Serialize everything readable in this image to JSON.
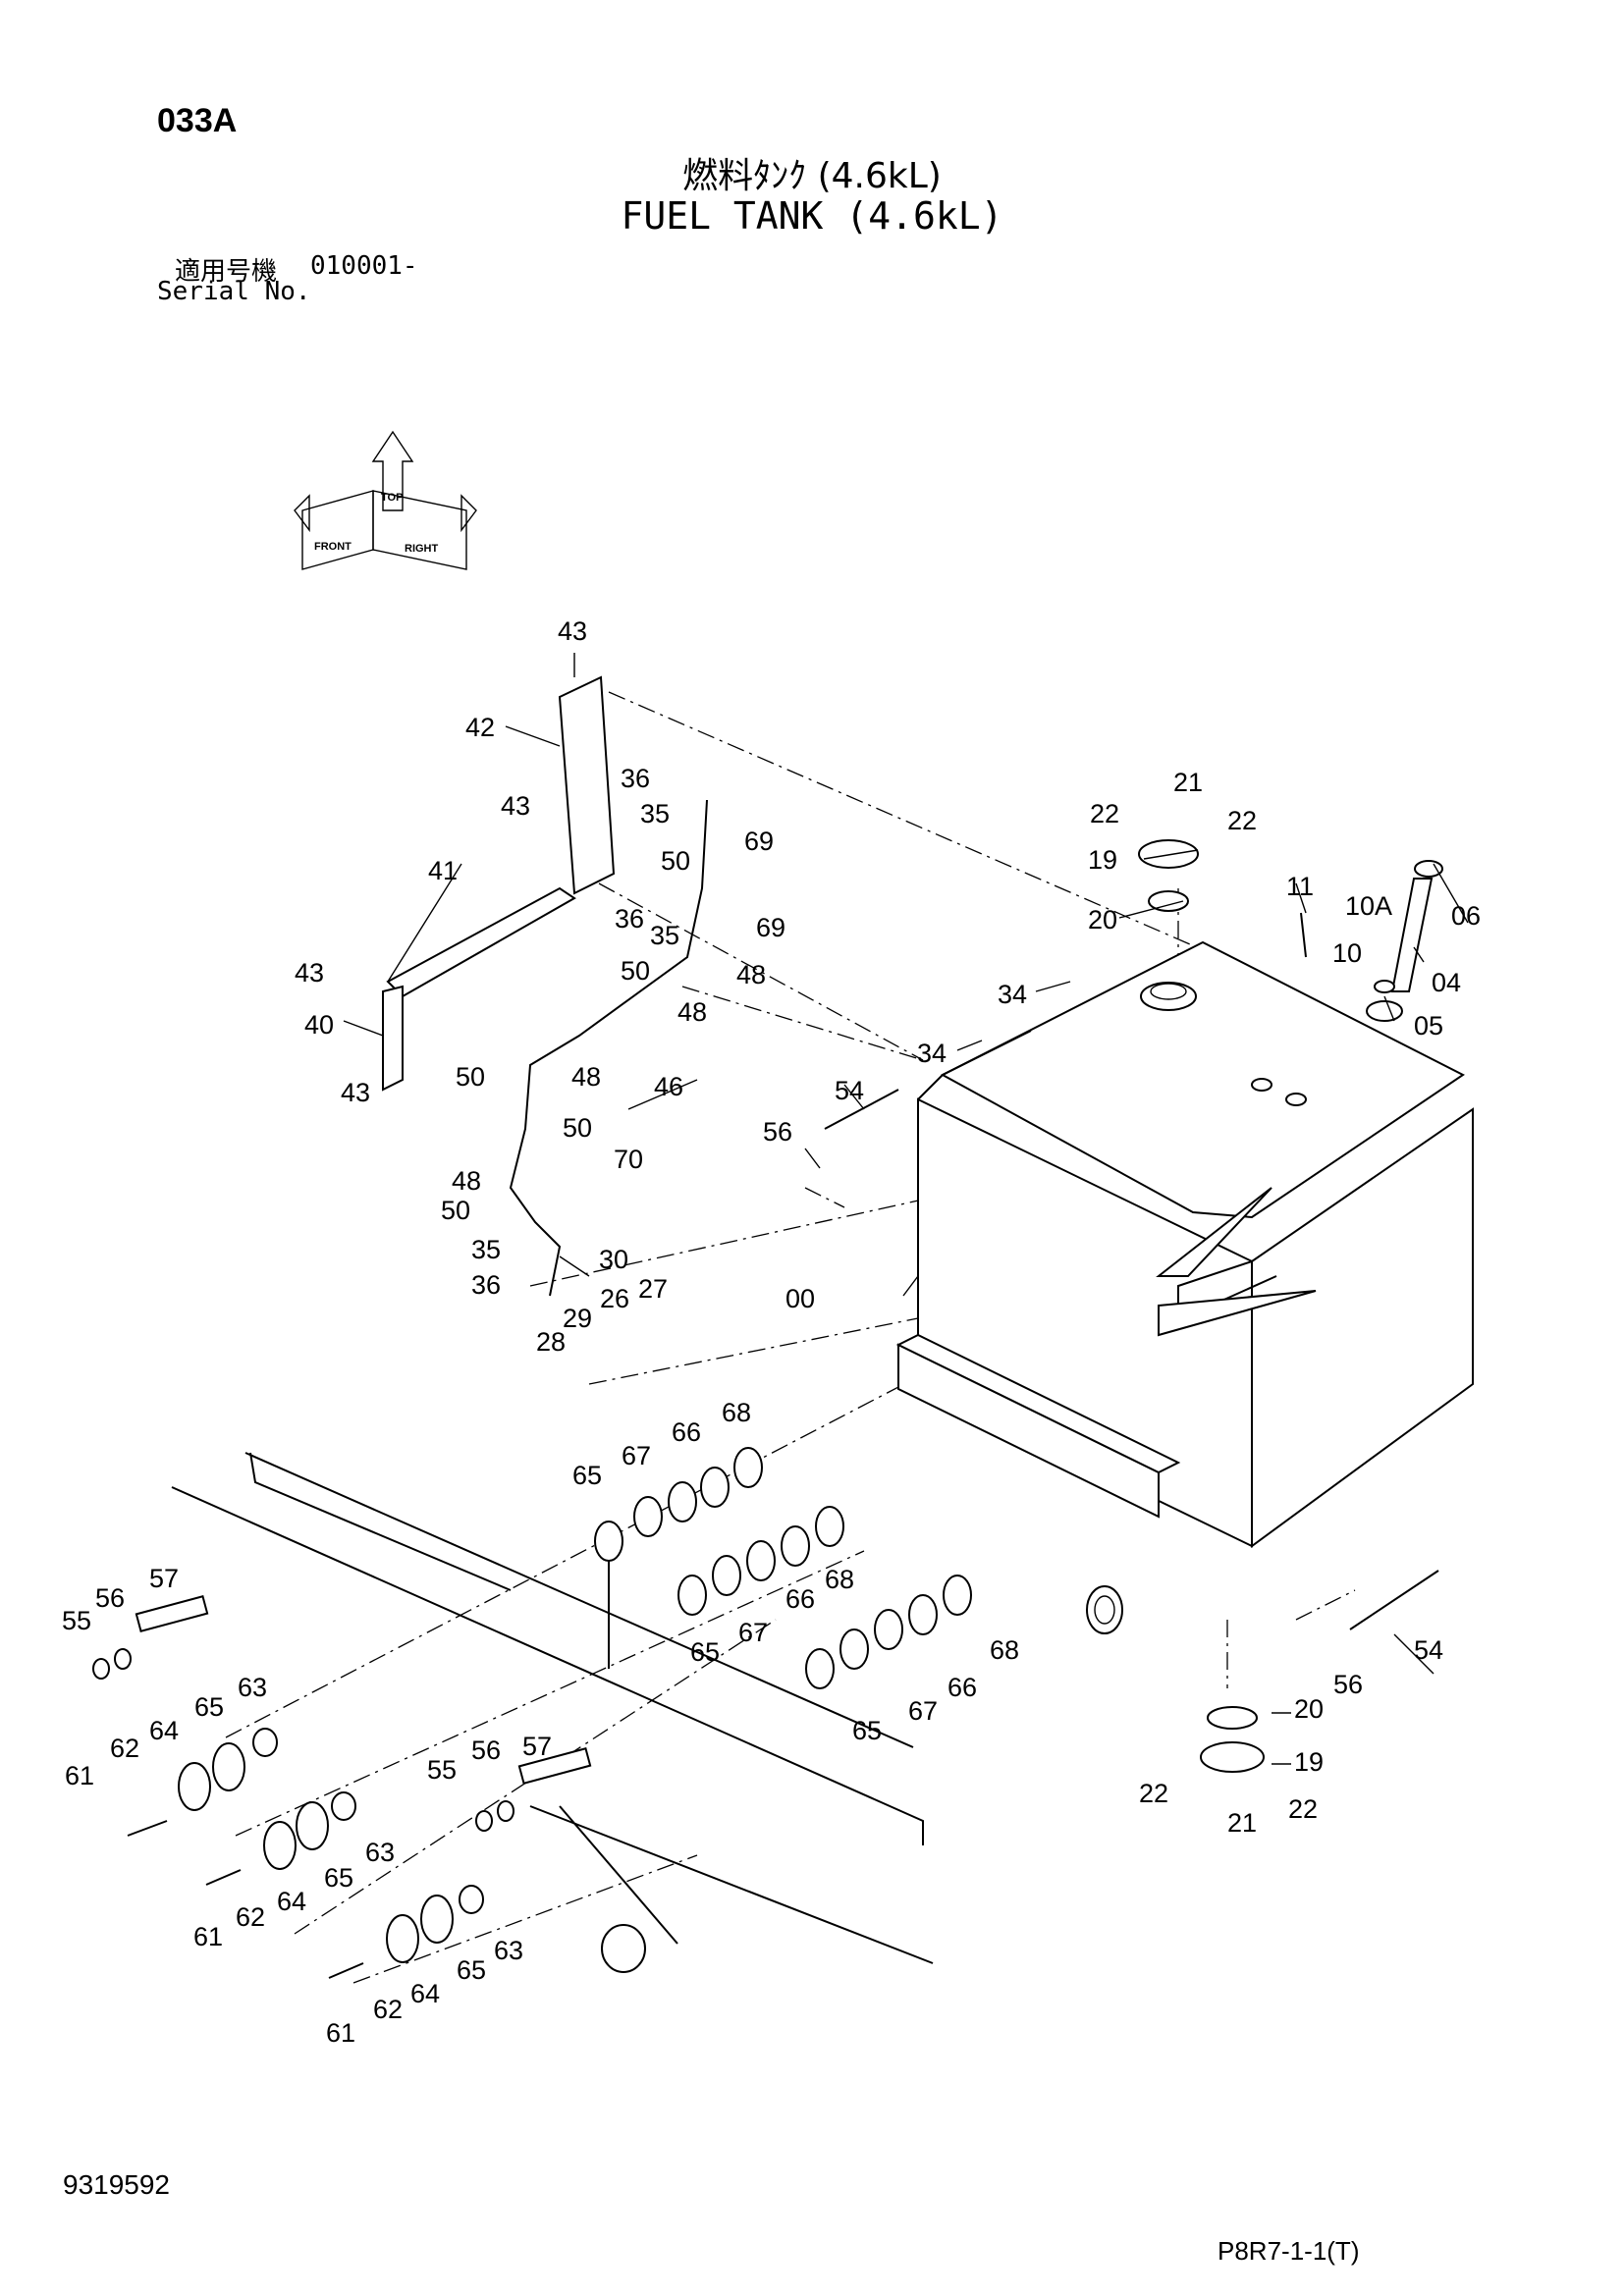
{
  "header": {
    "page_code": "033A",
    "title_ja": "燃料ﾀﾝｸ (4.6kL)",
    "title_en": "FUEL TANK (4.6kL)",
    "serial_label_ja": "適用号機",
    "serial_number": "010001-",
    "serial_label_en": "Serial No."
  },
  "orientation_icon": {
    "icon": "orientation-cube-icon",
    "labels": [
      "FRONT",
      "TOP",
      "RIGHT"
    ]
  },
  "callouts": {
    "c43a": "43",
    "c42": "42",
    "c43b": "43",
    "c41": "41",
    "c43c": "43",
    "c40": "40",
    "c43d": "43",
    "c36a": "36",
    "c35a": "35",
    "c50a": "50",
    "c69a": "69",
    "c36b": "36",
    "c35b": "35",
    "c69b": "69",
    "c50b": "50",
    "c48a": "48",
    "c48b": "48",
    "c46": "46",
    "c50c": "50",
    "c48c": "48",
    "c48d": "48",
    "c50d": "50",
    "c70": "70",
    "c50e": "50",
    "c35c": "35",
    "c36c": "36",
    "c30": "30",
    "c29": "29",
    "c26": "26",
    "c27": "27",
    "c28": "28",
    "c21a": "21",
    "c22a": "22",
    "c22b": "22",
    "c19a": "19",
    "c20a": "20",
    "c11": "11",
    "c10A": "10A",
    "c10": "10",
    "c06": "06",
    "c04": "04",
    "c05": "05",
    "c34a": "34",
    "c34b": "34",
    "c54a": "54",
    "c56a": "56",
    "c00": "00",
    "c68a": "68",
    "c66a": "66",
    "c67a": "67",
    "c65a": "65",
    "c66b": "66",
    "c68b": "68",
    "c67b": "67",
    "c65b": "65",
    "c68c": "68",
    "c66c": "66",
    "c67c": "67",
    "c65c": "65",
    "c54b": "54",
    "c56b": "56",
    "c20b": "20",
    "c19b": "19",
    "c22c": "22",
    "c21b": "21",
    "c22d": "22",
    "c57a": "57",
    "c56c": "56",
    "c55a": "55",
    "c63a": "63",
    "c65d": "65",
    "c64a": "64",
    "c62a": "62",
    "c61a": "61",
    "c57b": "57",
    "c56d": "56",
    "c55b": "55",
    "c63b": "63",
    "c65e": "65",
    "c64b": "64",
    "c62b": "62",
    "c61b": "61",
    "c63c": "63",
    "c65f": "65",
    "c64c": "64",
    "c62c": "62",
    "c61c": "61"
  },
  "footer": {
    "doc_number": "9319592",
    "page_ref": "P8R7-1-1(T)"
  }
}
